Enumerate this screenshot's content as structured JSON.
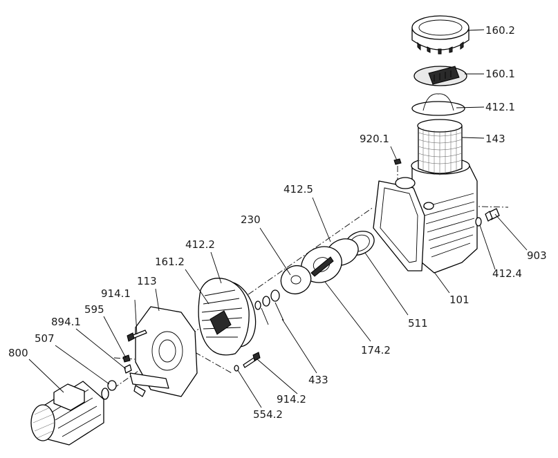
{
  "diagram": {
    "callouts": [
      {
        "id": "c-160-2",
        "label": "160.2"
      },
      {
        "id": "c-160-1",
        "label": "160.1"
      },
      {
        "id": "c-412-1",
        "label": "412.1"
      },
      {
        "id": "c-143",
        "label": "143"
      },
      {
        "id": "c-920-1",
        "label": "920.1"
      },
      {
        "id": "c-412-5",
        "label": "412.5"
      },
      {
        "id": "c-230",
        "label": "230"
      },
      {
        "id": "c-412-2",
        "label": "412.2"
      },
      {
        "id": "c-161-2",
        "label": "161.2"
      },
      {
        "id": "c-113",
        "label": "113"
      },
      {
        "id": "c-914-1",
        "label": "914.1"
      },
      {
        "id": "c-595",
        "label": "595"
      },
      {
        "id": "c-894-1",
        "label": "894.1"
      },
      {
        "id": "c-507",
        "label": "507"
      },
      {
        "id": "c-800",
        "label": "800"
      },
      {
        "id": "c-903",
        "label": "903"
      },
      {
        "id": "c-412-4",
        "label": "412.4"
      },
      {
        "id": "c-101",
        "label": "101"
      },
      {
        "id": "c-511",
        "label": "511"
      },
      {
        "id": "c-174-2",
        "label": "174.2"
      },
      {
        "id": "c-433",
        "label": "433"
      },
      {
        "id": "c-914-2",
        "label": "914.2"
      },
      {
        "id": "c-554-2",
        "label": "554.2"
      }
    ]
  }
}
